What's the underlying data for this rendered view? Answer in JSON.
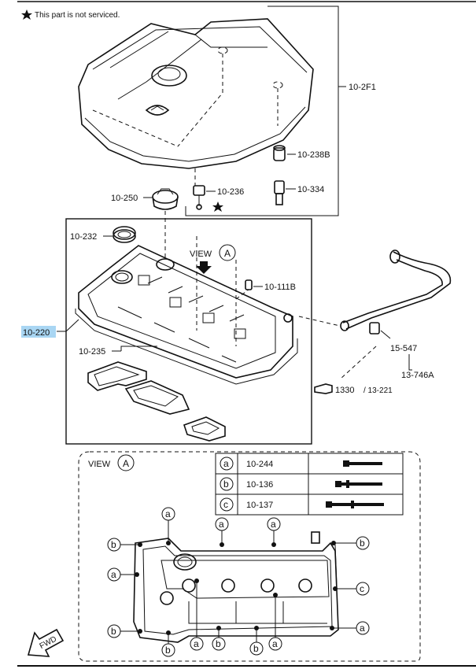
{
  "legend": {
    "star_note": "This part is not serviced."
  },
  "parts": {
    "p_10_2f1": "10-2F1",
    "p_10_238b": "10-238B",
    "p_10_236": "10-236",
    "p_10_334": "10-334",
    "p_10_250": "10-250",
    "p_10_232": "10-232",
    "p_10_111b": "10-111B",
    "p_10_220": "10-220",
    "p_10_235": "10-235",
    "p_15_547": "15-547",
    "p_13_746a": "13-746A",
    "p_1330": "1330",
    "p_13_221": "/ 13-221"
  },
  "view": {
    "word": "VIEW",
    "letter": "A"
  },
  "bolt_table": {
    "rows": [
      {
        "key": "a",
        "part": "10-244"
      },
      {
        "key": "b",
        "part": "10-136"
      },
      {
        "key": "c",
        "part": "10-137"
      }
    ]
  },
  "callout_letters": {
    "a": "a",
    "b": "b",
    "c": "c"
  },
  "fwd_label": "FWD",
  "icons": [
    "star-icon",
    "arrow-down-icon",
    "fwd-arrow-icon",
    "pointer-hand-icon"
  ],
  "colors": {
    "highlight": "#a9d6f3",
    "line": "#111111"
  }
}
